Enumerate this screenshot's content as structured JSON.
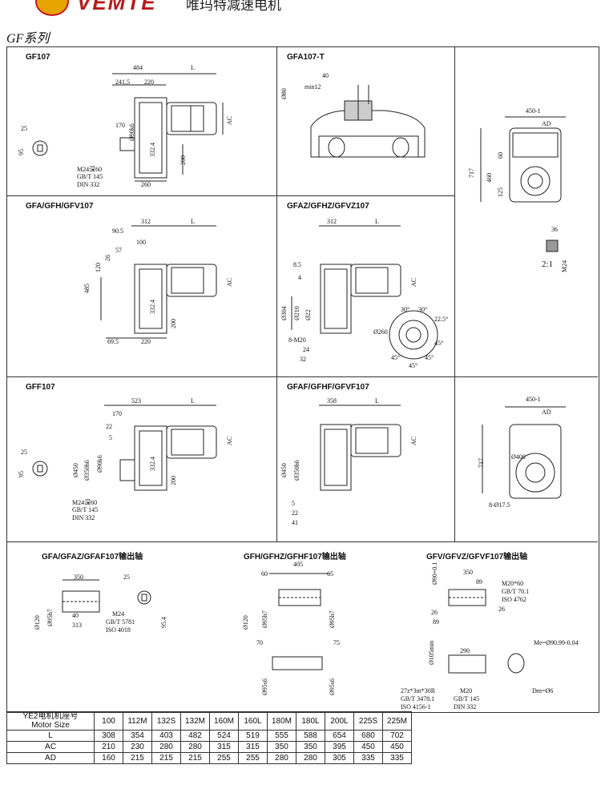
{
  "header": {
    "brand": "VEMTE",
    "company": "唯玛特减速电机"
  },
  "series_title": "GF系列",
  "panels": {
    "gf107": "GF107",
    "gfa107t": "GFA107-T",
    "gfa": "GFA/GFH/GFV107",
    "gfaz": "GFAZ/GFHZ/GFVZ107",
    "gff": "GFF107",
    "gfaf": "GFAF/GFHF/GFVF107",
    "shaft_a": "GFA/GFAZ/GFAF107输出轴",
    "shaft_h": "GFH/GFHZ/GFHF107输出轴",
    "shaft_v": "GFV/GFVZ/GFVF107输出轴"
  },
  "dims": {
    "d484": "484",
    "dL": "L",
    "d2415": "241.5",
    "d220": "220",
    "d170": "170",
    "d332": "332.4",
    "d200": "200",
    "d260": "260",
    "dAC": "AC",
    "dAD": "AD",
    "d25": "25",
    "d95": "95",
    "d90": "Ø90k6",
    "m24": "M24深60",
    "gbt145": "GB/T 145",
    "din332": "DIN 332",
    "d80": "Ø80",
    "d40": "40",
    "min12": "min12",
    "d450": "450-1",
    "d717": "717",
    "d460": "460",
    "d125": "125",
    "d60": "60",
    "d36": "36",
    "ratio": "2:1",
    "dm24": "M24",
    "d312": "312",
    "d905": "90.5",
    "d100": "100",
    "d57": "57",
    "d26": "26",
    "d120": "120",
    "d485": "485",
    "d695": "69.5",
    "d85": "8.5",
    "d4": "4",
    "d304": "Ø304",
    "d210": "Ø210",
    "d22": "Ø22",
    "dM20": "8-M20",
    "d24": "24",
    "d32": "32",
    "d260c": "Ø260",
    "a30a": "30°",
    "a30b": "30°",
    "a225": "22.5°",
    "a45a": "45°",
    "a45b": "45°",
    "a45c": "45°",
    "a45d": "45°",
    "d523": "523",
    "d22b": "22",
    "d5": "5",
    "d450f": "Ø450",
    "d350": "Ø350h6",
    "d358": "358",
    "d41": "41",
    "d175": "8-Ø17.5",
    "d400": "Ø400",
    "d350s": "350",
    "d25s": "25",
    "d120s": "Ø120",
    "d95s": "Ø95h7",
    "d40s": "40",
    "d313": "313",
    "m24s": "M24",
    "gbt5781": "GB/T 5781",
    "iso4018": "ISO 4018",
    "d954": "95.4",
    "d405": "405",
    "d60h": "60",
    "d65": "65",
    "d70": "70",
    "d75": "75",
    "d95h": "Ø95h7",
    "d95h2": "Ø95h7",
    "d95s6": "Ø95s6",
    "d95s62": "Ø95s6",
    "d120h": "Ø120",
    "d350v": "350",
    "d89": "89",
    "m20": "M20*60",
    "gbt701": "GB/T 70.1",
    "iso4762": "ISO 4762",
    "d26v": "26",
    "d89b": "89",
    "d26c": "26",
    "d290": "290",
    "d105": "Ø105min",
    "d90v": "Ø90+0.1",
    "me": "Me=Ø90.99-0.04",
    "dm": "Dm=Ø6",
    "spline": "27z*3m*30R",
    "gbt3478": "GB/T 3478.1",
    "iso4156": "ISO 4156-1",
    "m20b": "M20",
    "gbt145b": "GB/T 145",
    "din332b": "DIN 332"
  },
  "table": {
    "header1": "YE2电机机座号",
    "header2": "Motor Size",
    "sizes": [
      "100",
      "112M",
      "132S",
      "132M",
      "160M",
      "160L",
      "180M",
      "180L",
      "200L",
      "225S",
      "225M"
    ],
    "rows": [
      {
        "label": "L",
        "values": [
          "308",
          "354",
          "403",
          "482",
          "524",
          "519",
          "555",
          "588",
          "654",
          "680",
          "702"
        ]
      },
      {
        "label": "AC",
        "values": [
          "210",
          "230",
          "280",
          "280",
          "315",
          "315",
          "350",
          "350",
          "395",
          "450",
          "450"
        ]
      },
      {
        "label": "AD",
        "values": [
          "160",
          "215",
          "215",
          "215",
          "255",
          "255",
          "280",
          "280",
          "305",
          "335",
          "335"
        ]
      }
    ]
  }
}
